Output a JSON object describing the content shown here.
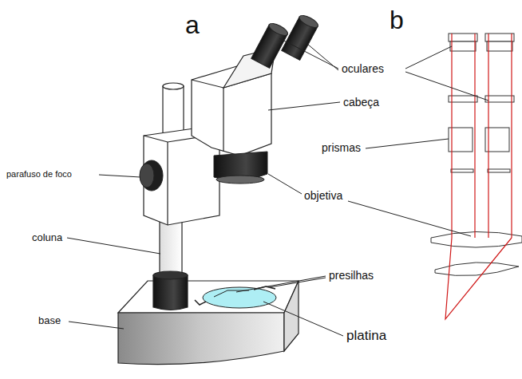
{
  "diagram": {
    "labels": [
      "a",
      "b",
      "oculares",
      "cabeça",
      "prismas",
      "parafuso de foco",
      "objetiva",
      "coluna",
      "presilhas",
      "base",
      "platina"
    ]
  }
}
